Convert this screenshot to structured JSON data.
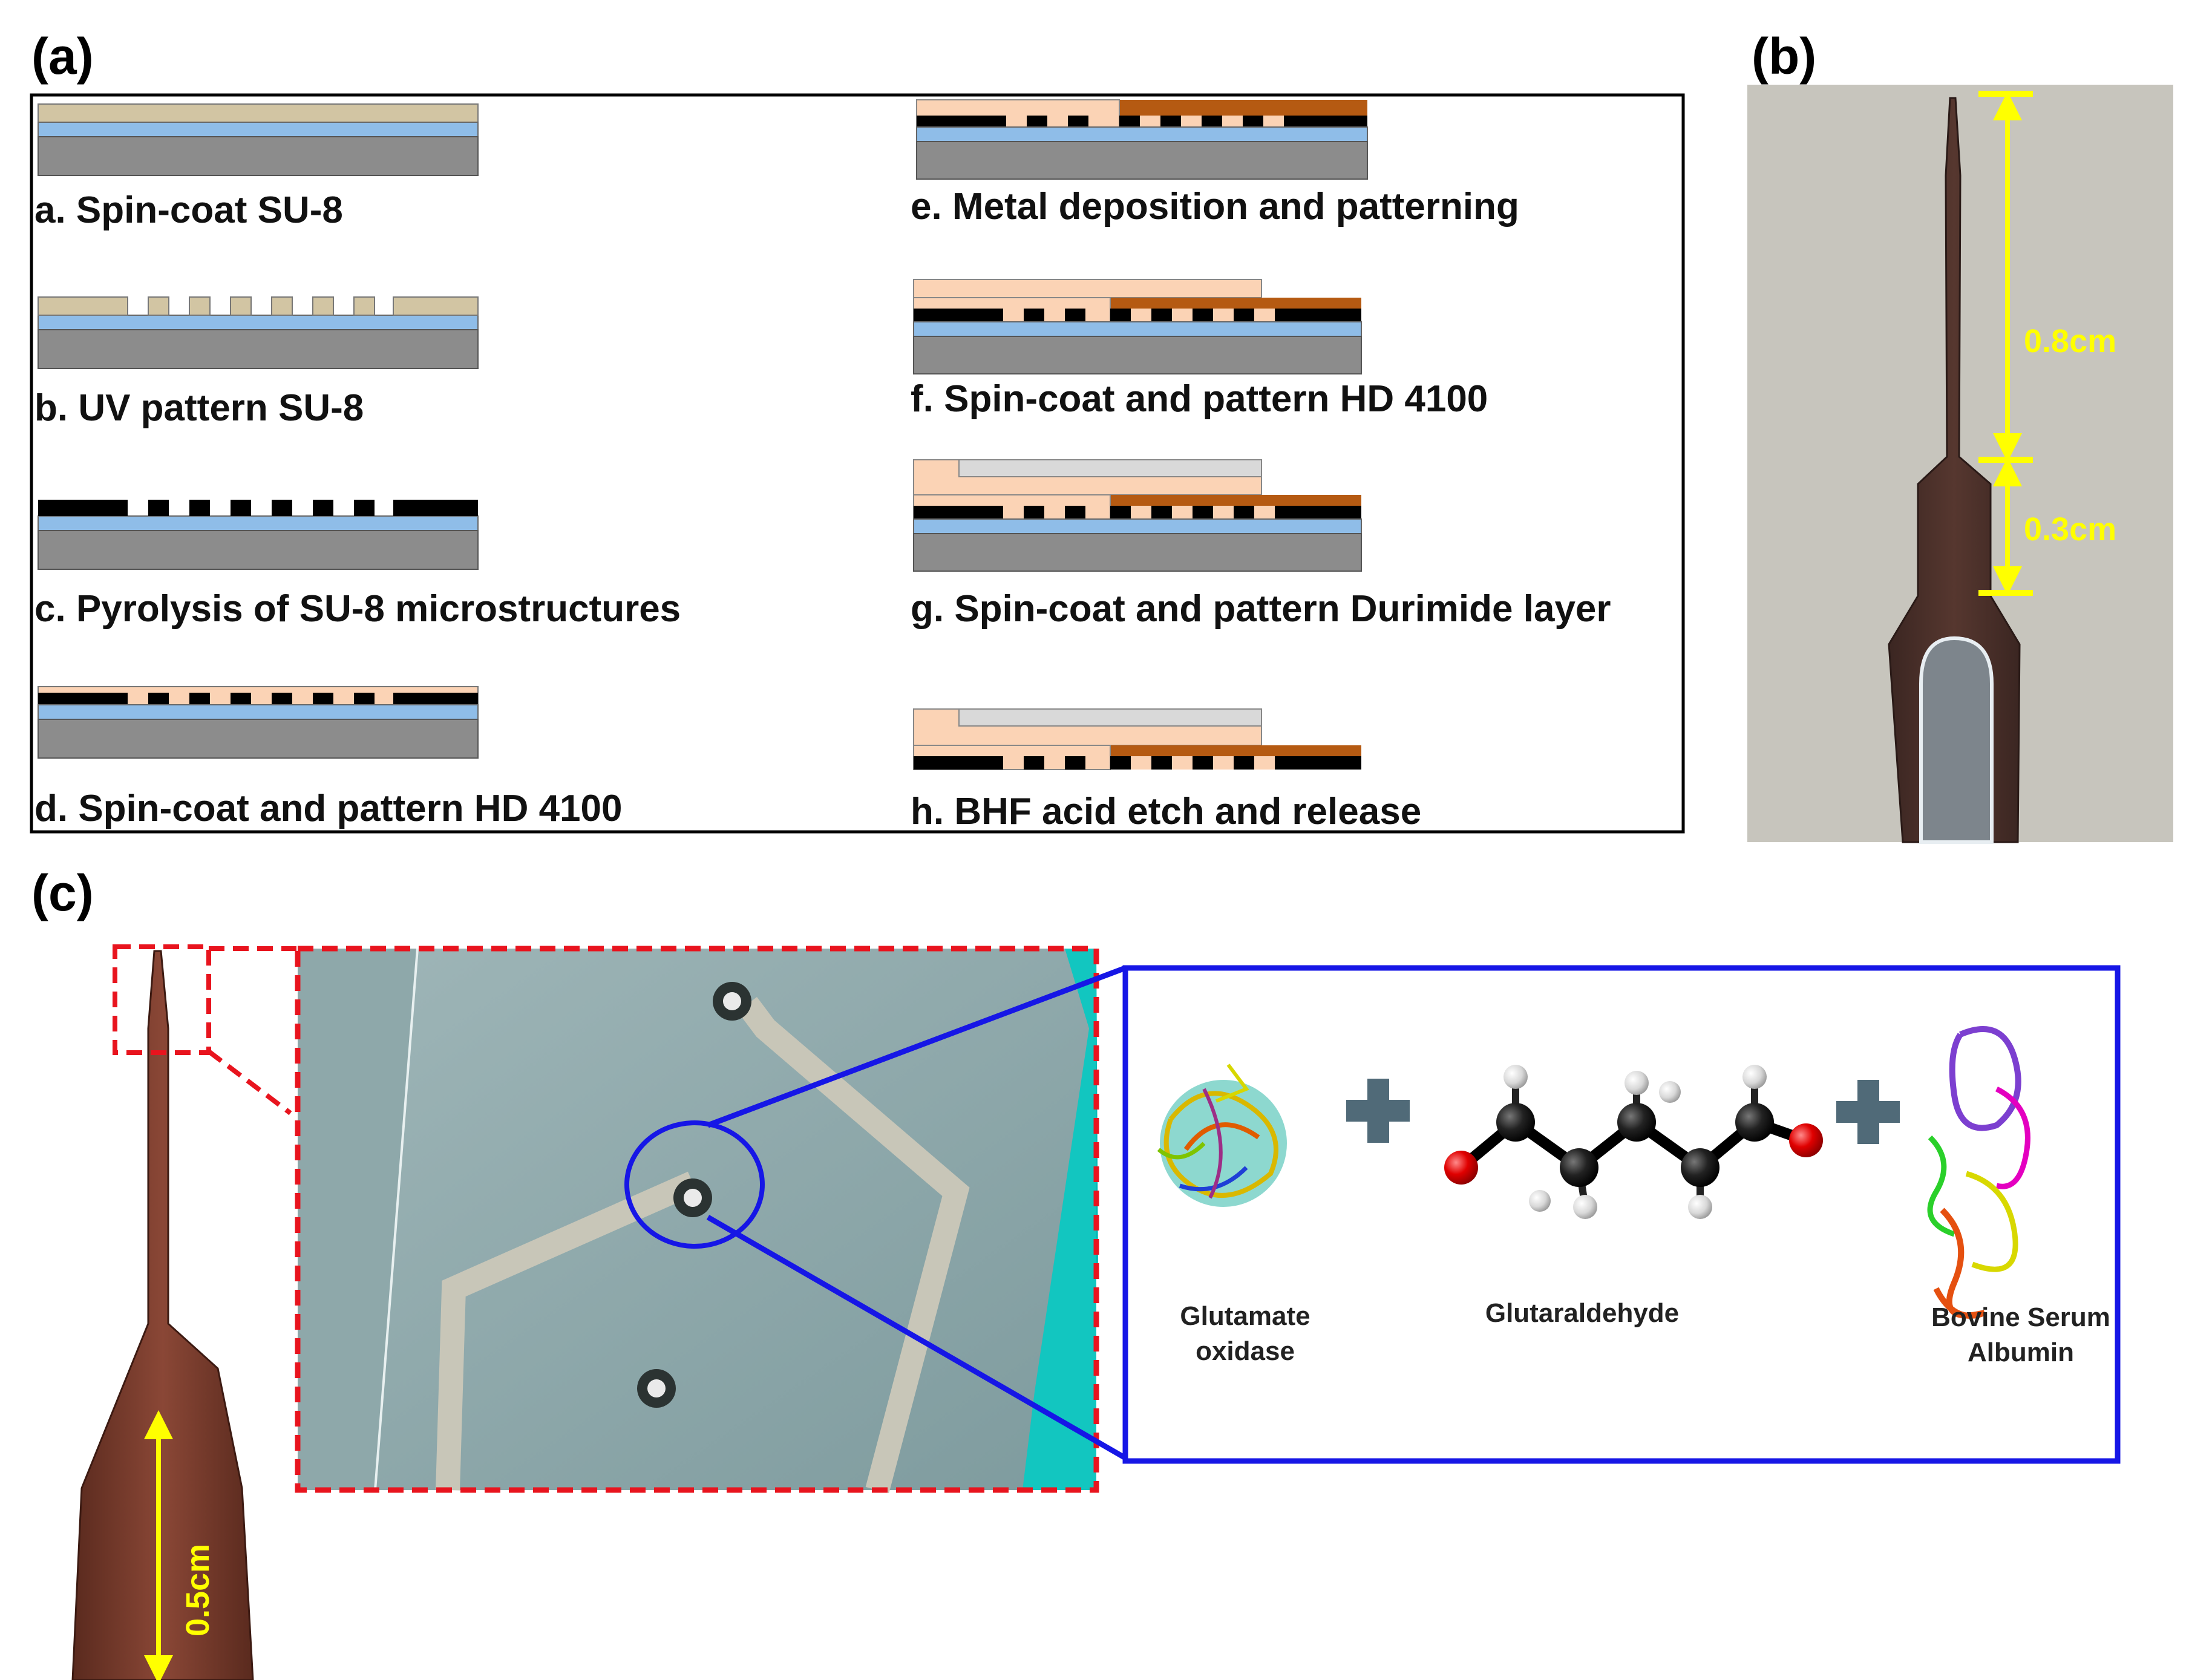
{
  "panels": {
    "a": "(a)",
    "b": "(b)",
    "c": "(c)"
  },
  "process_steps": [
    "a. Spin-coat SU-8",
    "b. UV pattern SU-8",
    "c. Pyrolysis of SU-8 microstructures",
    "d. Spin-coat and pattern HD 4100",
    "e. Metal deposition and patterning",
    "f. Spin-coat and pattern HD 4100",
    "g. Spin-coat and pattern Durimide layer",
    "h. BHF acid etch and release"
  ],
  "probe_scale": {
    "upper": "0.8cm",
    "lower": "0.3cm",
    "side": "0.5cm"
  },
  "reagents": {
    "enzyme_line1": "Glutamate",
    "enzyme_line2": "oxidase",
    "crosslinker": "Glutaraldehyde",
    "protein_line1": "Bovine Serum",
    "protein_line2": "Albumin"
  },
  "colors": {
    "su8": "#d2c5a3",
    "oxide": "#8fbde8",
    "substrate": "#8c8c8c",
    "carbon": "#000000",
    "hd4100": "#fbd3b5",
    "metal": "#b55a12",
    "durimide": "#d9d9d9",
    "scale_arrow": "#ffff00",
    "zoom_red": "#e8141e",
    "zoom_blue": "#1616e6"
  }
}
